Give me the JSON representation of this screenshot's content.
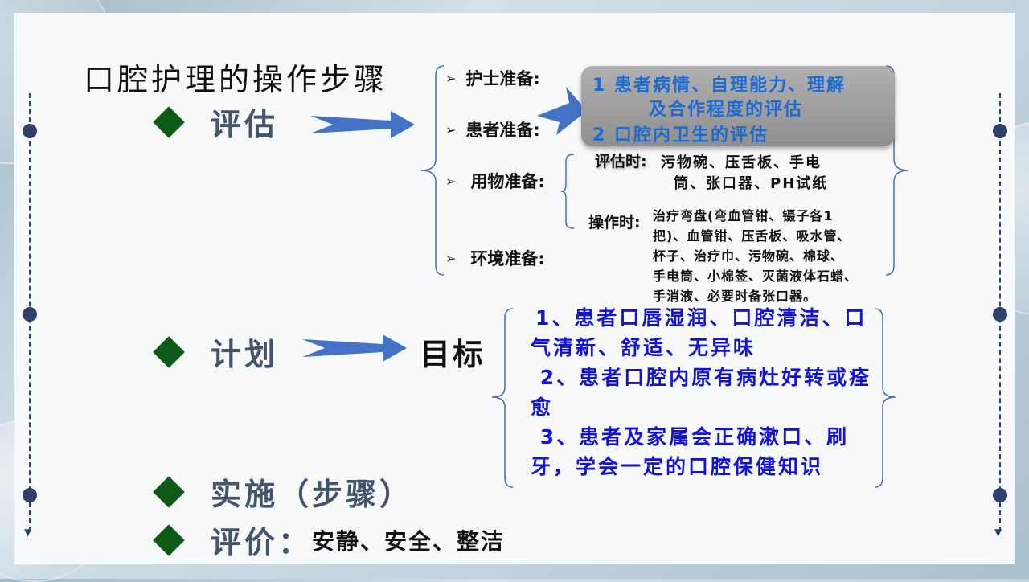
{
  "slide": {
    "title": "口腔护理的操作步骤",
    "steps": [
      {
        "label": "评估"
      },
      {
        "label": "计划"
      },
      {
        "label": "实施（步骤）"
      },
      {
        "label": "评价：",
        "detail": "安静、安全、整洁"
      }
    ],
    "assessment": {
      "prep_items": [
        "护士准备:",
        "患者准备:",
        "用物准备:",
        "环境准备:"
      ],
      "popup": {
        "line1": "1  患者病情、自理能力、理解",
        "line2": "及合作程度的评估",
        "line3": "2  口腔内卫生的评估"
      },
      "supplies": {
        "assess_label": "评估时:",
        "assess_line1": "污物碗、压舌板、手电",
        "assess_line2": "筒、张口器、PH试纸",
        "operate_label": "操作时:",
        "operate_lines": [
          "治疗弯盘(弯血管钳、镊子各1",
          "把)、血管钳、压舌板、吸水管、",
          "杯子、治疗巾、污物碗、棉球、",
          "手电筒、小棉签、灭菌液体石蜡、",
          "手消液、必要时备张口器。"
        ]
      }
    },
    "plan": {
      "target_label": "目标",
      "goals": [
        "1、患者口唇湿润、口腔清洁、口气清新、舒适、无异味",
        " 2、患者口腔内原有病灶好转或痊愈",
        " 3、患者及家属会正确漱口、刷牙，学会一定的口腔保健知识"
      ]
    },
    "colors": {
      "diamond": "#0d5a17",
      "step_text": "#44546a",
      "arrow": "#4472c4",
      "goal_text": "#1212d8",
      "popup_text": "#1c6bd0",
      "timeline": "#2f3f6e"
    }
  }
}
